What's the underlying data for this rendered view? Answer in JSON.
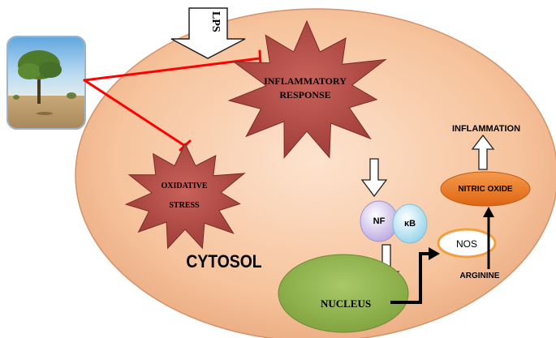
{
  "diagram": {
    "lps_label": "LPS",
    "inflammatory_response": [
      "INFLAMMATORY",
      "RESPONSE"
    ],
    "oxidative_stress": [
      "OXIDATIVE",
      "STRESS"
    ],
    "cytosol_label": "CYTOSOL",
    "nf_label": "NF",
    "kb_label": "κB",
    "nucleus_label": "NUCLEUS",
    "nos_label": "NOS",
    "nitric_oxide_label": "NITRIC OXIDE",
    "inflammation_label": "INFLAMMATION",
    "arginine_label": "ARGININE"
  },
  "icons": {
    "plant_thumbnail": "tree-photo-icon"
  },
  "colors": {
    "cell_fill": "#f6c9a4",
    "starburst_fill": "#b24a43",
    "inhibition_line": "#ff0000",
    "nucleus_fill": "#8db34a",
    "nitric_oxide_fill": "#e8731f",
    "nos_stroke": "#f0a040",
    "nf_fill": "#c7b7e6",
    "kb_fill": "#a9dcef"
  }
}
